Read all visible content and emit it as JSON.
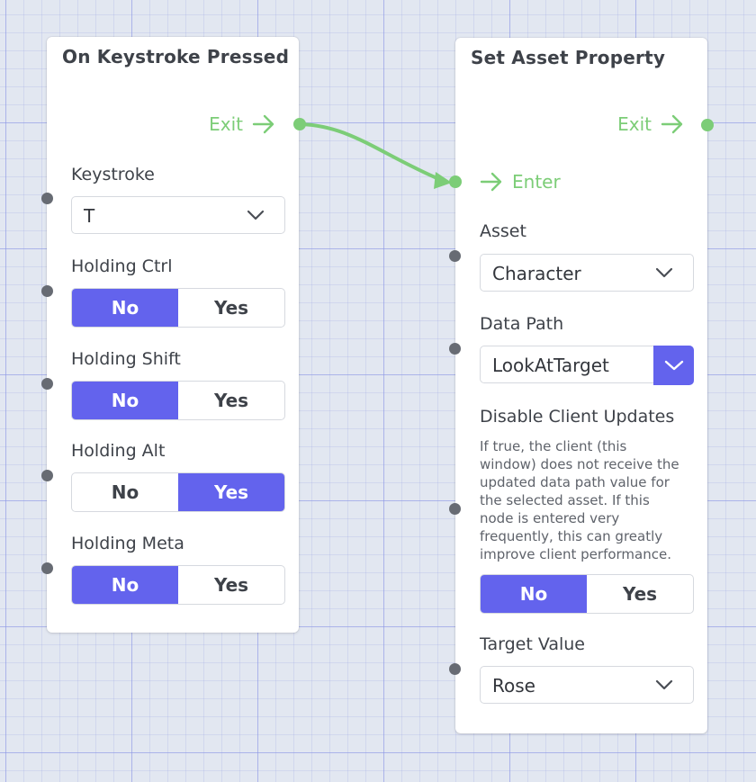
{
  "node_left": {
    "title": "On Keystroke Pressed",
    "exit_label": "Exit",
    "keystroke": {
      "label": "Keystroke",
      "value": "T"
    },
    "holding_ctrl": {
      "label": "Holding Ctrl",
      "no": "No",
      "yes": "Yes",
      "selected": "No"
    },
    "holding_shift": {
      "label": "Holding Shift",
      "no": "No",
      "yes": "Yes",
      "selected": "No"
    },
    "holding_alt": {
      "label": "Holding Alt",
      "no": "No",
      "yes": "Yes",
      "selected": "Yes"
    },
    "holding_meta": {
      "label": "Holding Meta",
      "no": "No",
      "yes": "Yes",
      "selected": "No"
    }
  },
  "node_right": {
    "title": "Set Asset Property",
    "exit_label": "Exit",
    "enter_label": "Enter",
    "asset": {
      "label": "Asset",
      "value": "Character"
    },
    "data_path": {
      "label": "Data Path",
      "value": "LookAtTarget"
    },
    "disable_client_updates": {
      "label": "Disable Client Updates",
      "description_lines": [
        "If true, the client (this",
        "window) does not receive the",
        "updated data path value for",
        "the selected asset. If this",
        "node is entered very",
        "frequently, this can greatly",
        "improve client performance."
      ],
      "no": "No",
      "yes": "Yes",
      "selected": "No"
    },
    "target_value": {
      "label": "Target Value",
      "value": "Rose"
    }
  },
  "colors": {
    "accent": "#6363ed",
    "flow_green": "#7ccd77",
    "port_grey": "#676b73"
  }
}
